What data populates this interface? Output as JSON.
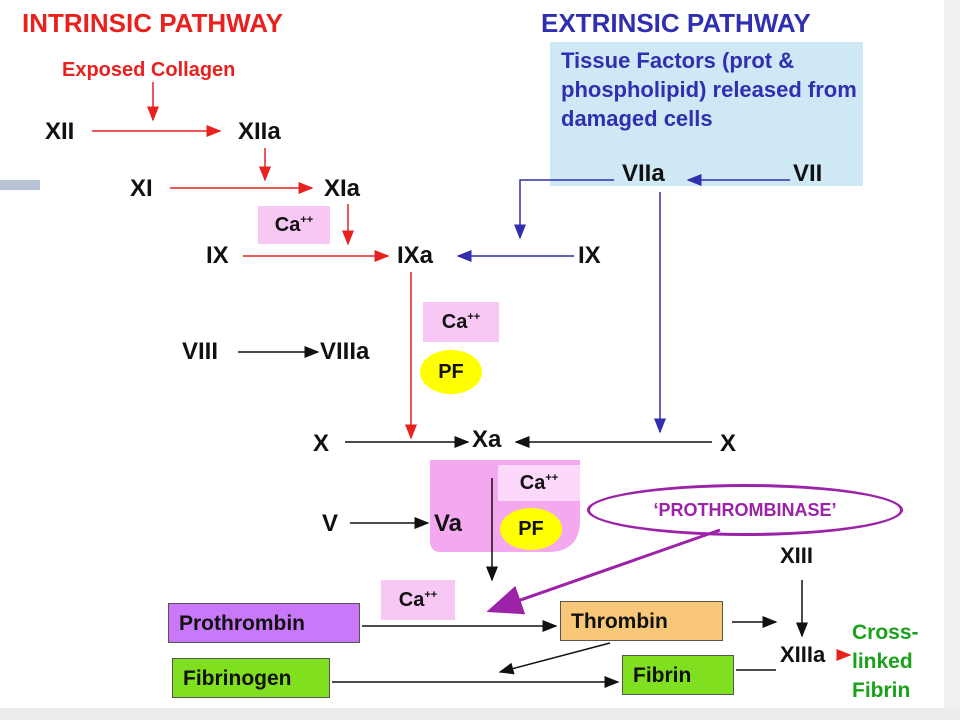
{
  "intrinsic": {
    "title": "INTRINSIC PATHWAY",
    "trigger": "Exposed Collagen",
    "XII": "XII",
    "XIIa": "XIIa",
    "XI": "XI",
    "XIa": "XIa",
    "IX": "IX",
    "IXa": "IXa",
    "VIII": "VIII",
    "VIIIa": "VIIIa"
  },
  "extrinsic": {
    "title": "EXTRINSIC PATHWAY",
    "tissue_factors": "Tissue Factors (prot & phospholipid) released from damaged cells",
    "VIIa": "VIIa",
    "VII": "VII",
    "IX": "IX"
  },
  "common": {
    "X_left": "X",
    "Xa": "Xa",
    "X_right": "X",
    "V": "V",
    "Va": "Va",
    "XIII": "XIII",
    "XIIIa": "XIIIa",
    "crosslinked": "Cross-linked Fibrin"
  },
  "cofactors": {
    "ca": "Ca",
    "ca_sup": "++",
    "pf": "PF"
  },
  "prothrombinase": "‘PROTHROMBINASE’",
  "boxes": {
    "prothrombin": "Prothrombin",
    "thrombin": "Thrombin",
    "fibrinogen": "Fibrinogen",
    "fibrin": "Fibrin"
  },
  "colors": {
    "intrinsic": "#e8211e",
    "extrinsic": "#2f2fb0",
    "prothrombinase": "#9c23a8",
    "crosslinked": "#1aa21a",
    "prothrombin_box": "#c878f8",
    "thrombin_box": "#f8c878",
    "fibrinogen_box": "#80e020",
    "fibrin_box": "#80e020"
  }
}
